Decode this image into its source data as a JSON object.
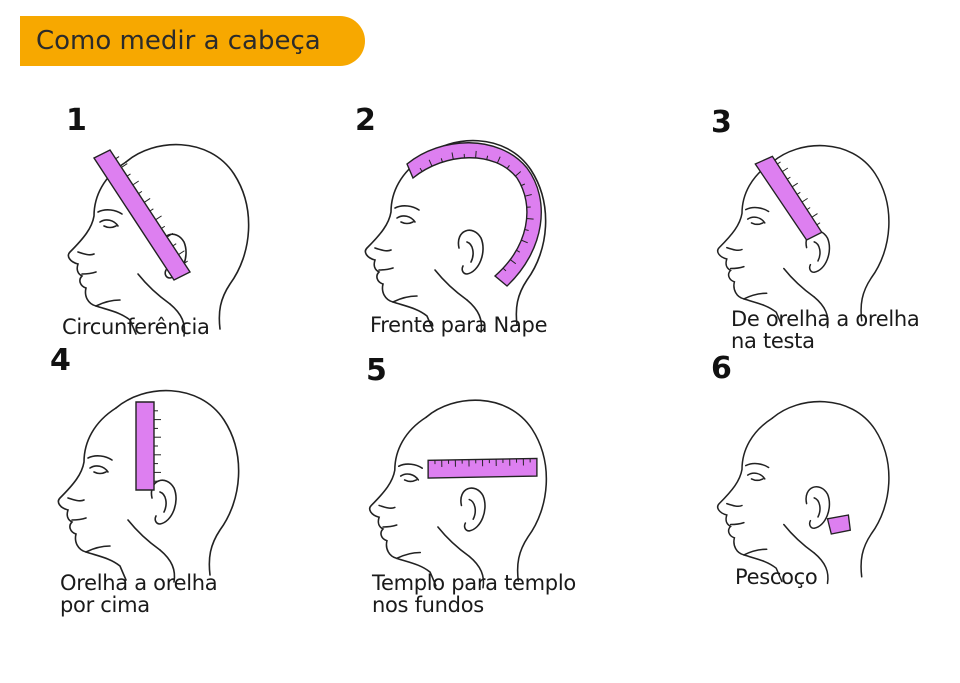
{
  "title": "Como medir a cabeça",
  "colors": {
    "banner": "#f7a800",
    "tape": "#dd7ff0",
    "outline": "#222222"
  },
  "steps": [
    {
      "number": "1",
      "caption": [
        "Circunferência"
      ]
    },
    {
      "number": "2",
      "caption": [
        "Frente para Nape"
      ]
    },
    {
      "number": "3",
      "caption": [
        "De orelha a orelha",
        "na testa"
      ]
    },
    {
      "number": "4",
      "caption": [
        "Orelha a orelha",
        "por cima"
      ]
    },
    {
      "number": "5",
      "caption": [
        "Templo para templo",
        "nos fundos"
      ]
    },
    {
      "number": "6",
      "caption": [
        "Pescoço"
      ]
    }
  ]
}
